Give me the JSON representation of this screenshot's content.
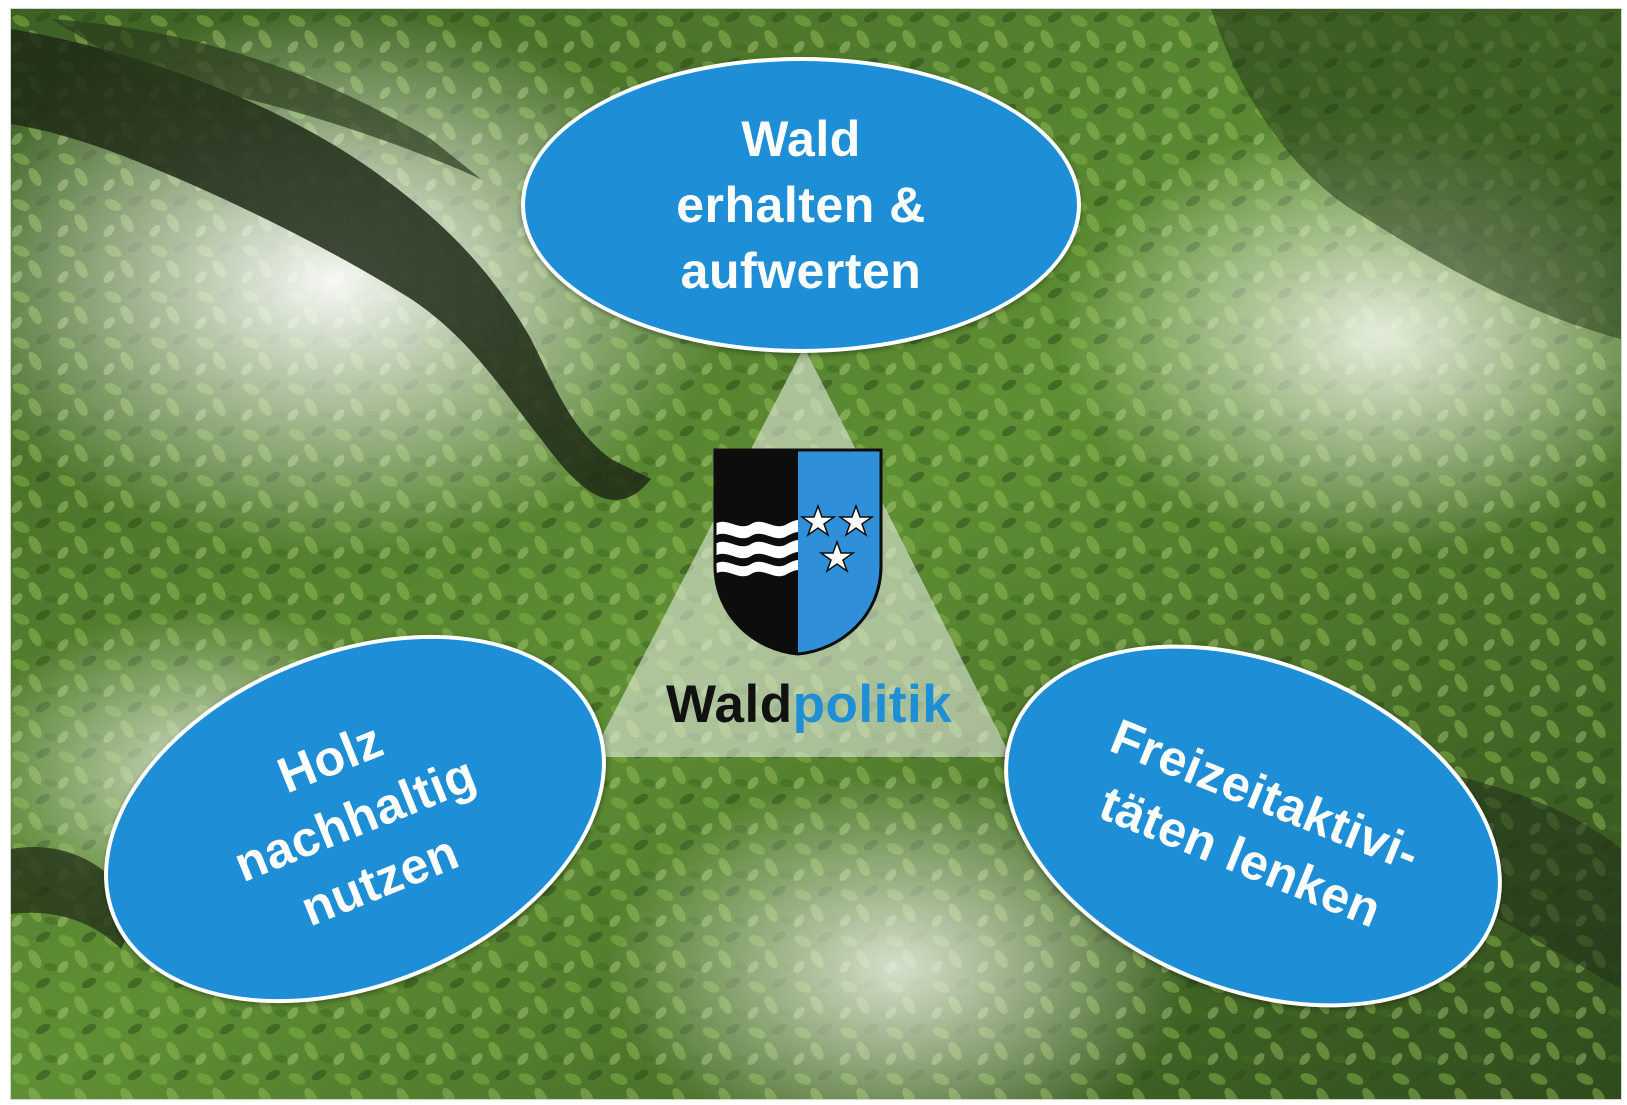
{
  "diagram": {
    "colors": {
      "oval_fill": "#1e8fd6",
      "brand_dark": "#111111",
      "brand_blue": "#1e8fd6",
      "foliage": "#4f7f2e"
    },
    "ovals": {
      "top": {
        "lines": [
          "Wald",
          "erhalten &",
          "aufwerten"
        ]
      },
      "left": {
        "lines": [
          "Holz",
          "nachhaltig",
          "nutzen"
        ]
      },
      "right": {
        "lines": [
          "Freizeitaktivi-",
          "täten lenken"
        ]
      }
    },
    "brand": {
      "part1": "Wald",
      "part2": "politik"
    },
    "crest": {
      "icon": "aargau-coat-of-arms-icon"
    }
  }
}
